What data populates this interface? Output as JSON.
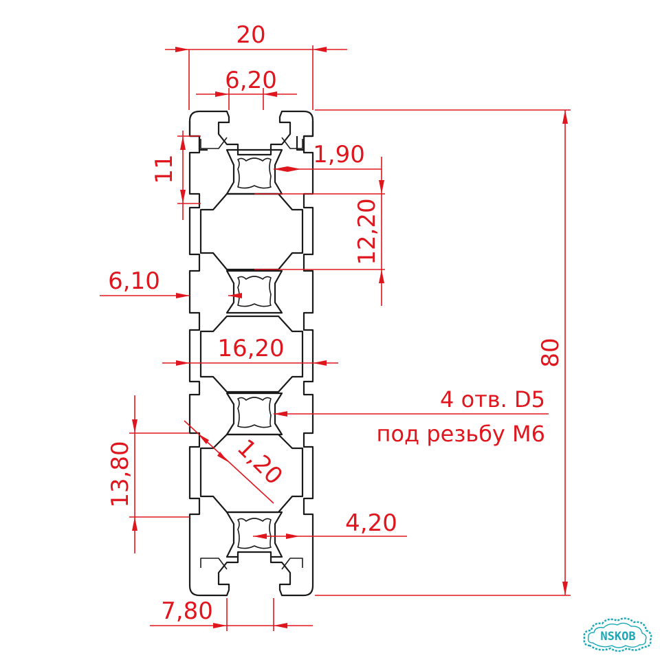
{
  "drawing": {
    "dimensions": {
      "width": "20",
      "slot_width": "6,20",
      "slot_spacing": "11",
      "wall": "1,90",
      "cavity_height": "12,20",
      "slot_depth": "6,10",
      "cavity_width": "16,20",
      "diagonal_wall": "1,20",
      "cell_height": "13,80",
      "core_hole": "4,20",
      "flange": "7,80",
      "total_height": "80"
    },
    "note": {
      "line1": "4 отв. D5",
      "line2": "под резьбу M6"
    },
    "accent_color": "#e0161e",
    "outline_color": "#1a1a1a"
  },
  "logo": {
    "text": "NSKOB",
    "color": "#1aa8b8"
  }
}
